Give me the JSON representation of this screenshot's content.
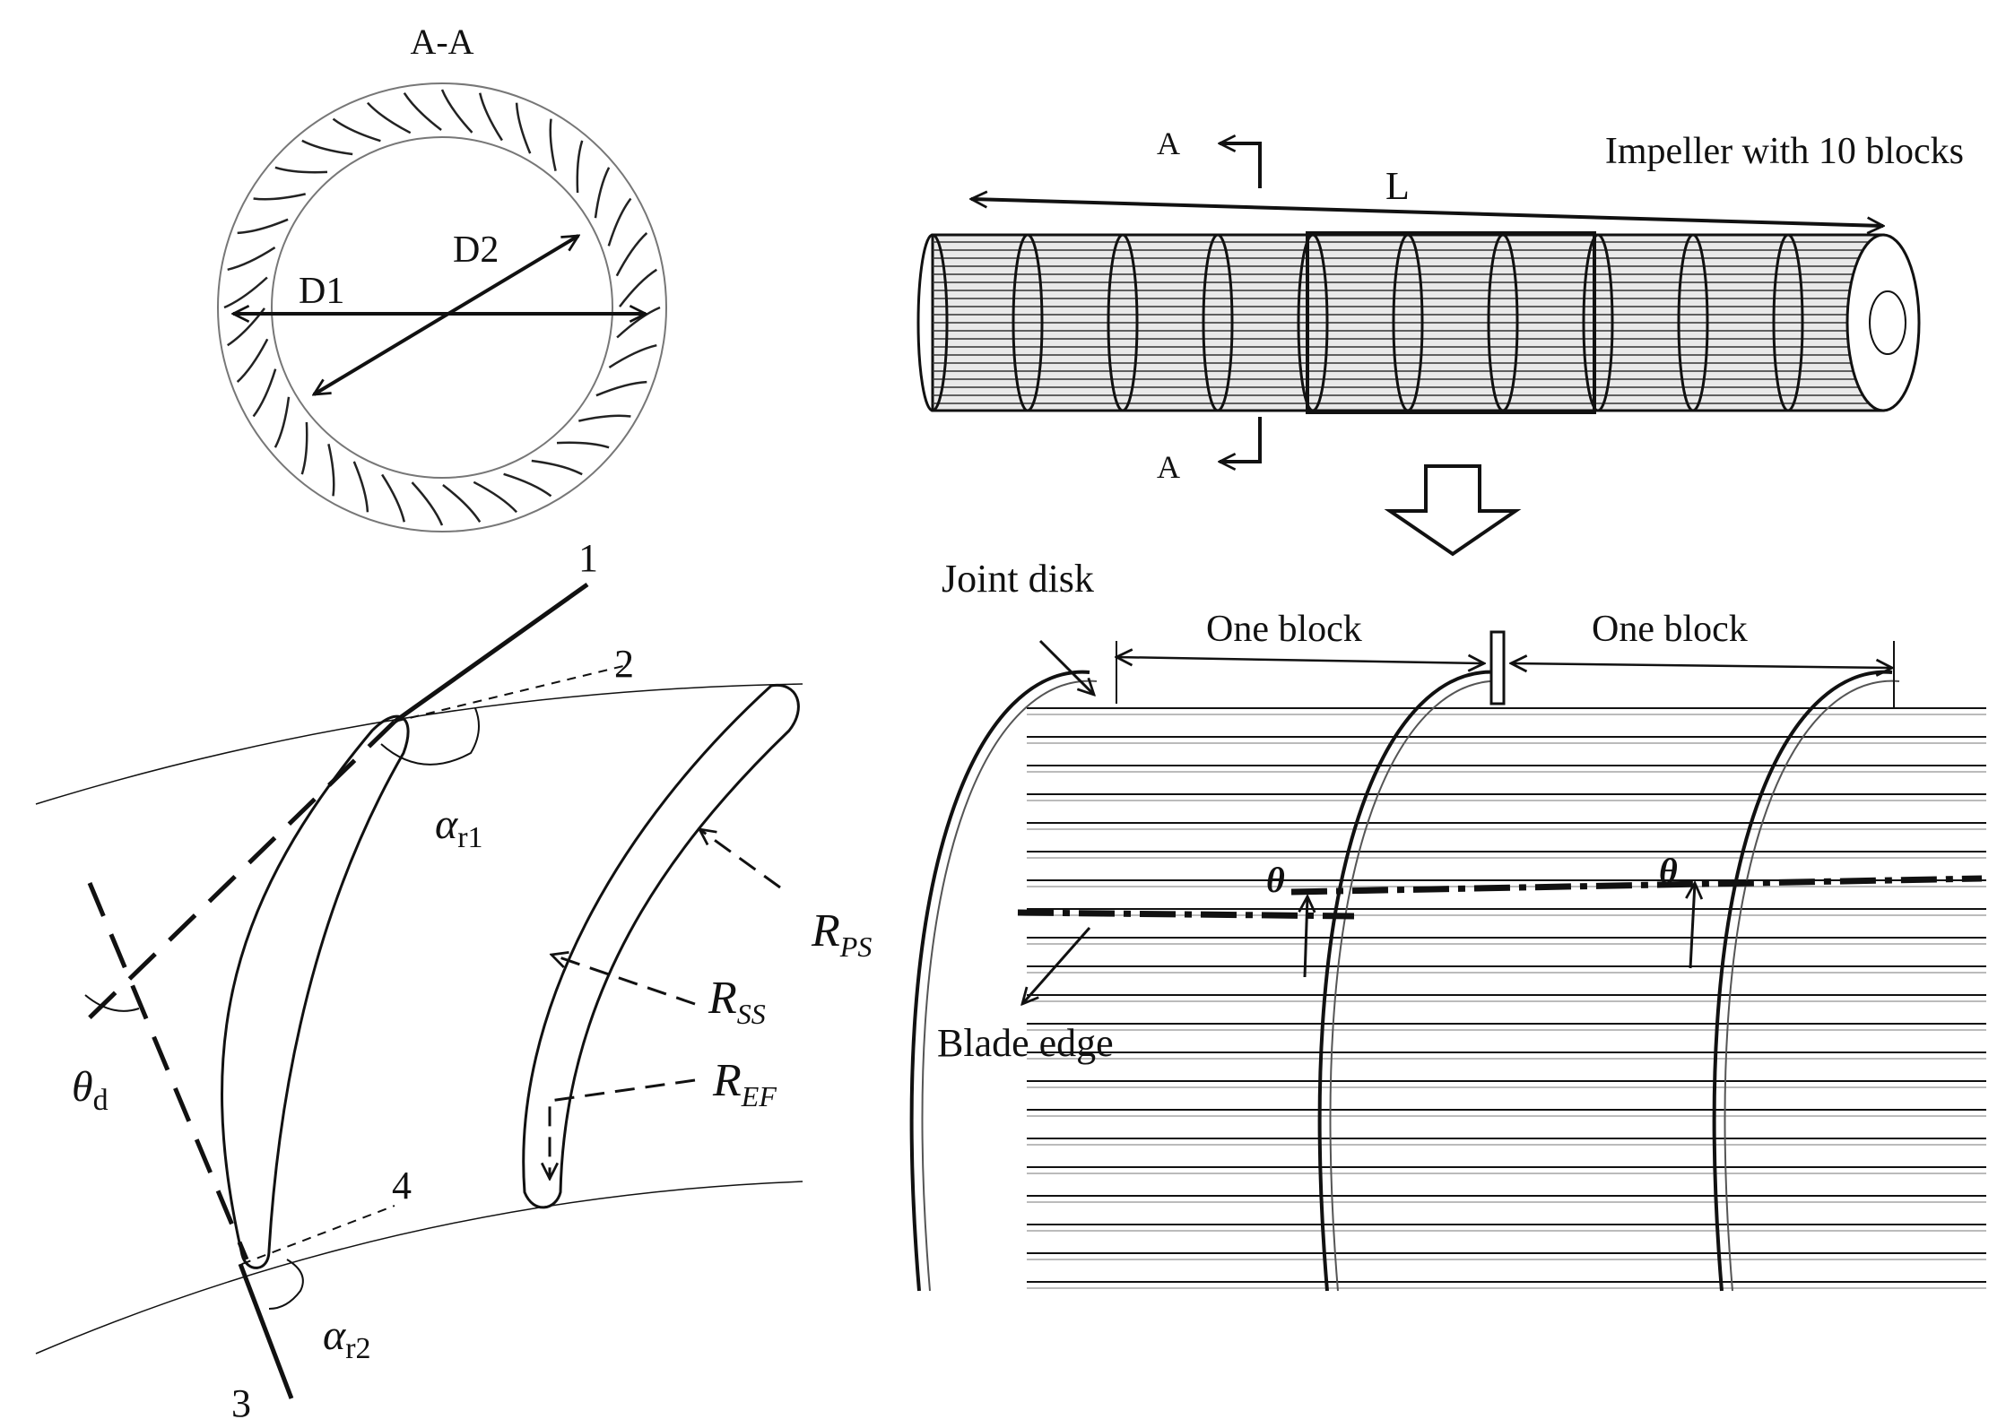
{
  "section_view": {
    "title": "A-A",
    "labels": {
      "d1": "D1",
      "d2": "D2"
    },
    "blade_count": 36
  },
  "blade_detail": {
    "points": {
      "p1": "1",
      "p2": "2",
      "p3": "3",
      "p4": "4"
    },
    "angles": {
      "alpha_r1": {
        "symbol": "α",
        "sub": "r1"
      },
      "alpha_r2": {
        "symbol": "α",
        "sub": "r2"
      },
      "theta_d": {
        "symbol": "θ",
        "sub": "d"
      }
    },
    "radii": {
      "r_ps": {
        "symbol": "R",
        "sub": "PS"
      },
      "r_ss": {
        "symbol": "R",
        "sub": "SS"
      },
      "r_ef": {
        "symbol": "R",
        "sub": "EF"
      }
    }
  },
  "impeller": {
    "title": "Impeller with 10 blocks",
    "length_label": "L",
    "section_mark": "A",
    "block_count": 10
  },
  "detail_view": {
    "joint_disk": "Joint disk",
    "one_block_left": "One block",
    "one_block_right": "One block",
    "blade_edge": "Blade edge",
    "theta_left": "θ",
    "theta_right": "θ"
  },
  "colors": {
    "ink": "#111111",
    "hatch": "#666666",
    "background": "#ffffff"
  }
}
